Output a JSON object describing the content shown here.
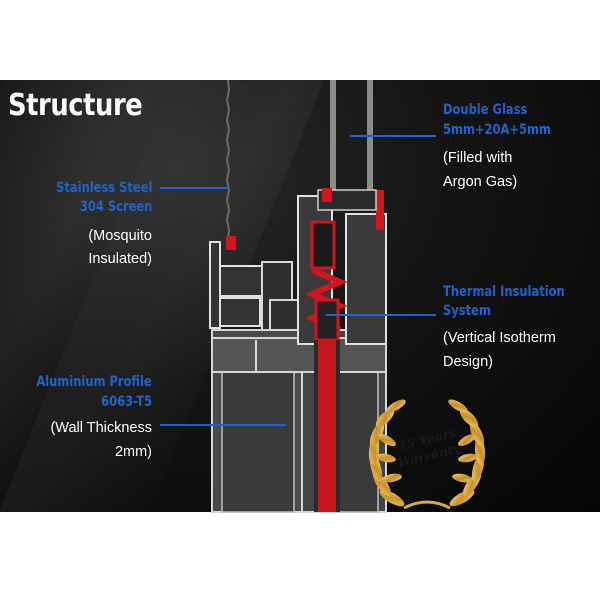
{
  "title": "Structure",
  "callouts": {
    "screen": {
      "heading_line1": "Stainless Steel",
      "heading_line2": "304 Screen",
      "desc_line1": "(Mosquito",
      "desc_line2": "Insulated)"
    },
    "glass": {
      "heading_line1": "Double Glass",
      "heading_line2": "5mm+20A+5mm",
      "desc_line1": "(Filled with",
      "desc_line2": "Argon Gas)"
    },
    "thermal": {
      "heading_line1": "Thermal Insulation",
      "heading_line2": "System",
      "desc_line1": "(Vertical Isotherm",
      "desc_line2": "Design)"
    },
    "profile": {
      "heading_line1": "Aluminium Profile",
      "heading_line2": "6063-T5",
      "desc_line1": "(Wall Thickness",
      "desc_line2": "2mm)"
    }
  },
  "warranty": {
    "line1": "15 Years",
    "line2": "Warranty"
  },
  "colors": {
    "accent_blue": "#1d63c9",
    "insulation_red": "#d4141c",
    "gold": "#d8a83a"
  }
}
